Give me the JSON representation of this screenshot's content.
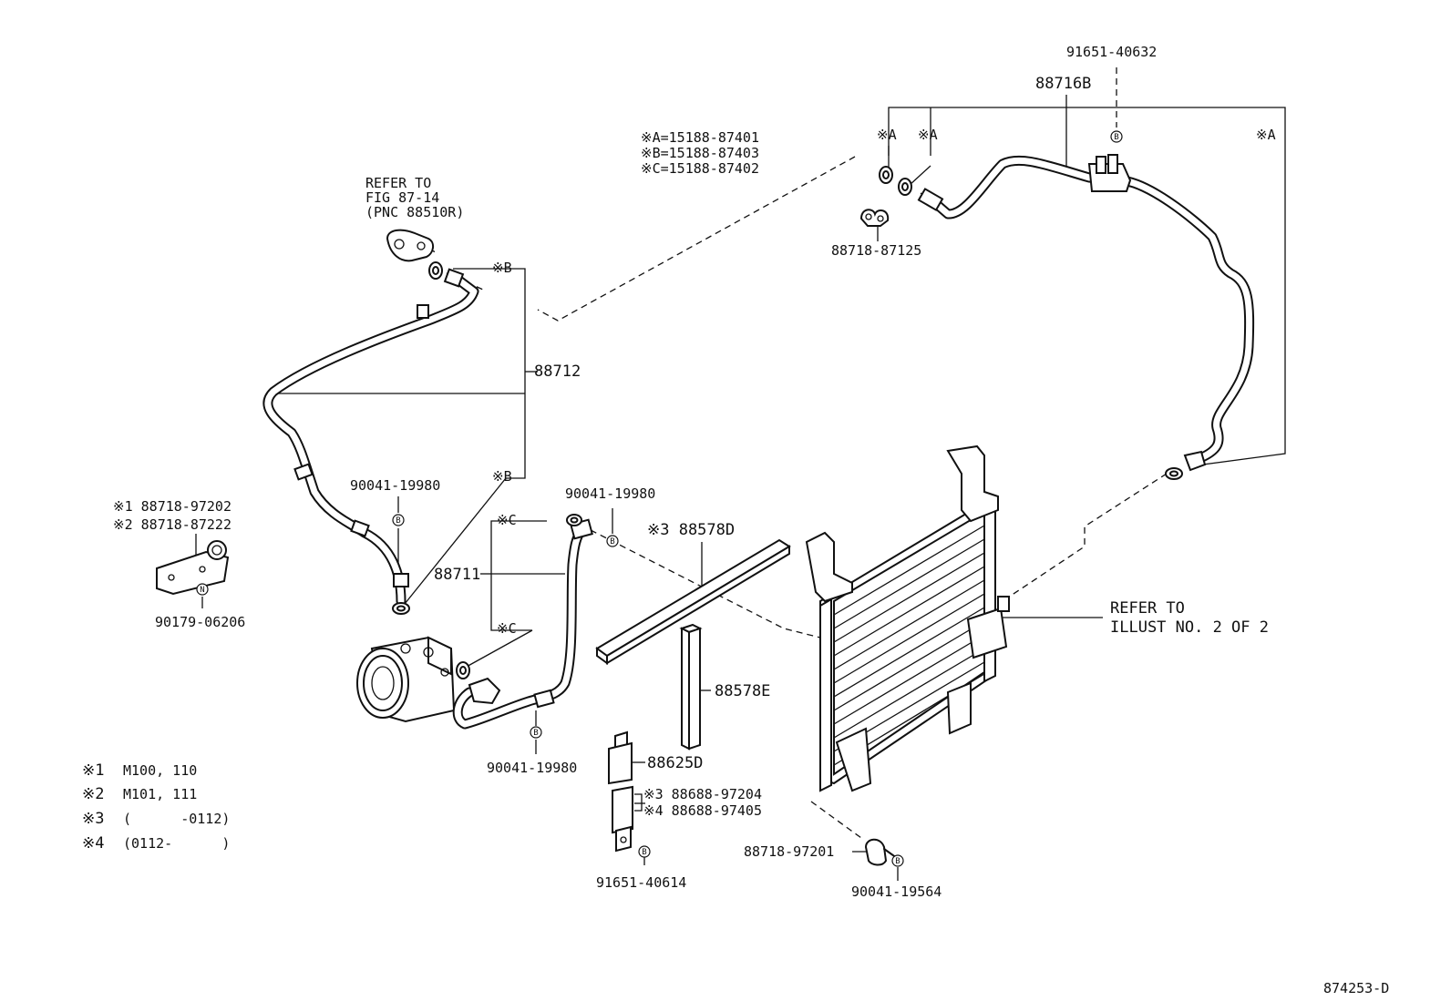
{
  "diagram_id": "874253-D",
  "legend_codes": [
    {
      "mark": "※A",
      "part_no": "15188-87401"
    },
    {
      "mark": "※B",
      "part_no": "15188-87403"
    },
    {
      "mark": "※C",
      "part_no": "15188-87402"
    }
  ],
  "notes": [
    {
      "mark": "※1",
      "text": "M100, 110"
    },
    {
      "mark": "※2",
      "text": "M101, 111"
    },
    {
      "mark": "※3",
      "text": "(      -0112)"
    },
    {
      "mark": "※4",
      "text": "(0112-      )"
    }
  ],
  "callouts": {
    "a": "※A",
    "b": "※B",
    "c": "※C",
    "bolt": "B",
    "nut": "N"
  },
  "labels": {
    "p91651_40632": "91651-40632",
    "p88716B": "88716B",
    "p88718_87125": "88718-87125",
    "refer_fig_1": "REFER TO",
    "refer_fig_2": "FIG 87-14",
    "refer_fig_3": "(PNC 88510R)",
    "p88712": "88712",
    "p90041_19980_a": "90041-19980",
    "p90041_19980_b": "90041-19980",
    "p90041_19980_c": "90041-19980",
    "p88711": "88711",
    "bracket_1": "※1 88718-97202",
    "bracket_2": "※2 88718-87222",
    "p90179_06206": "90179-06206",
    "p88578D": "※3 88578D",
    "p88578E": "88578E",
    "p88625D": "88625D",
    "p88688_97204": "※3 88688-97204",
    "p88688_97405": "※4 88688-97405",
    "p91651_40614": "91651-40614",
    "p88718_97201": "88718-97201",
    "p90041_19564": "90041-19564",
    "refer_illust_1": "REFER TO",
    "refer_illust_2": "ILLUST NO. 2 OF 2"
  }
}
